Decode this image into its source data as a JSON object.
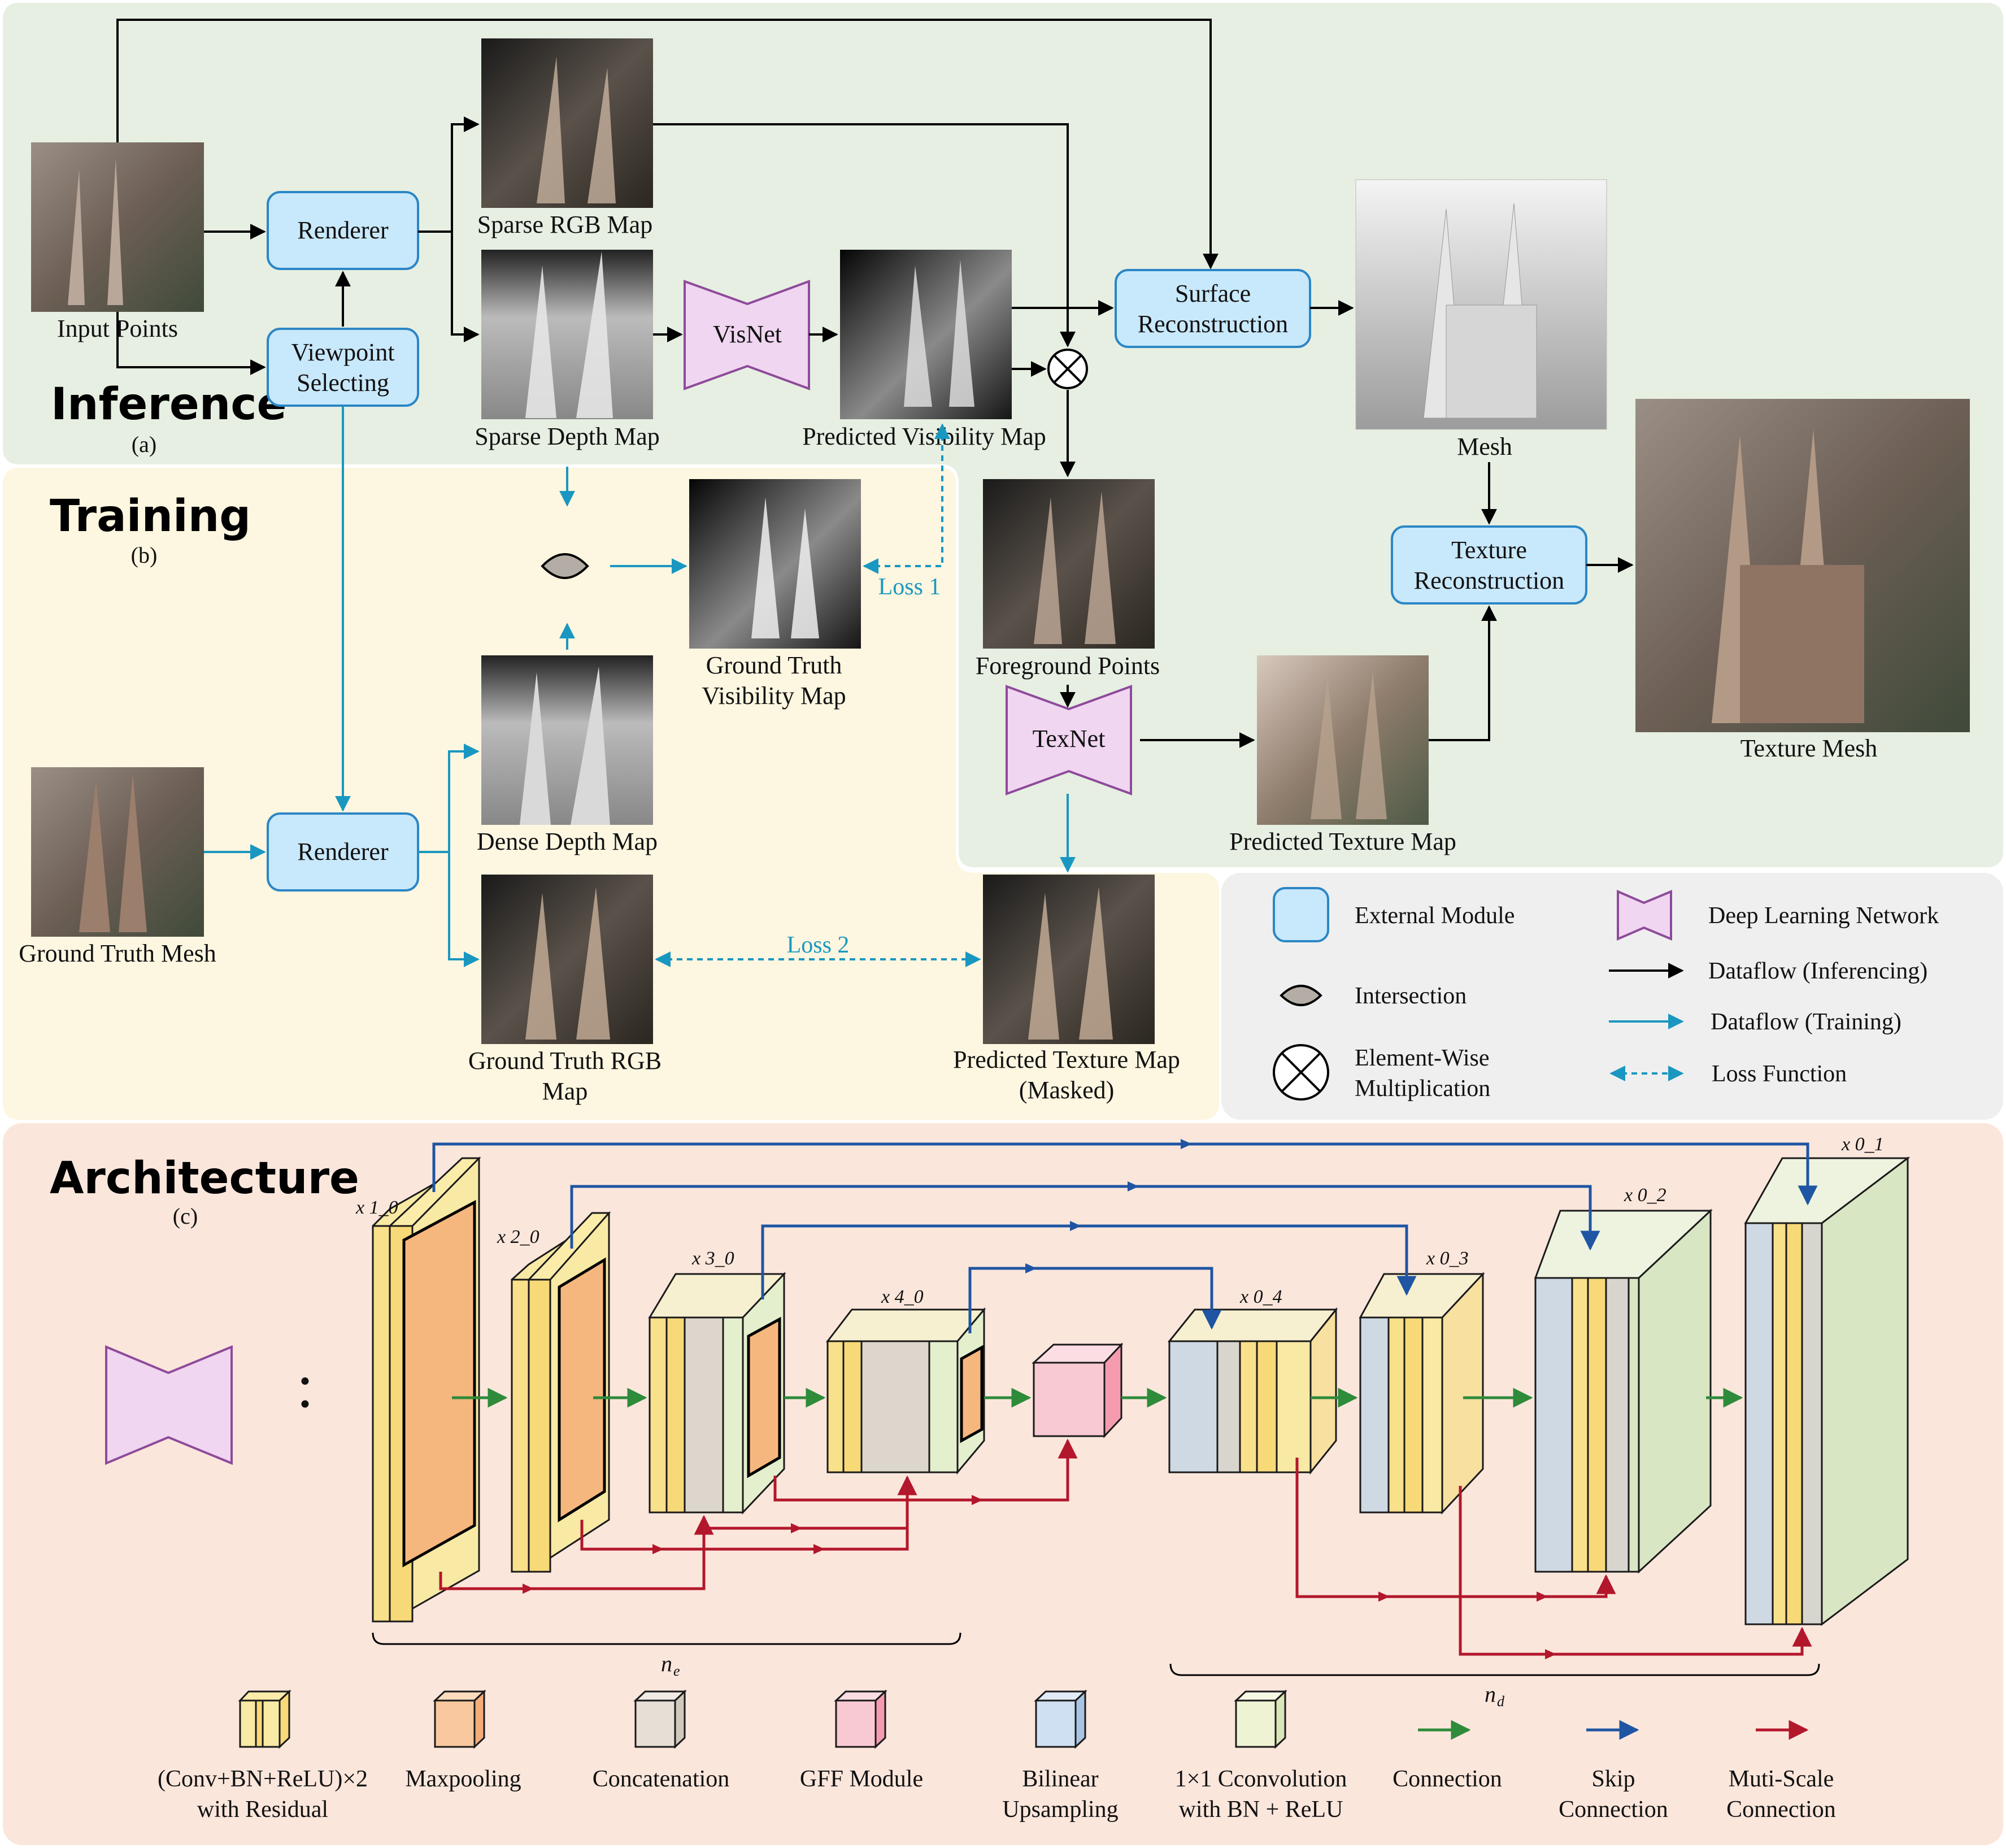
{
  "sections": {
    "inference": {
      "title": "Inference",
      "tag": "(a)"
    },
    "training": {
      "title": "Training",
      "tag": "(b)"
    },
    "architecture": {
      "title": "Architecture",
      "tag": "(c)"
    }
  },
  "colors": {
    "inference_bg": "#e6efe2",
    "training_bg": "#fdf6e0",
    "architecture_bg": "#fbe6dc",
    "legend_bg": "#efefef",
    "module_fill": "#c8e8fb",
    "module_stroke": "#2b86c5",
    "network_fill": "#f0d6f1",
    "network_stroke": "#8e4a9a",
    "training_arrow": "#1a97c0",
    "connection": "#2e8b3a",
    "skip": "#1f55a3",
    "multiscale": "#b3172b"
  },
  "modules": {
    "renderer_top": "Renderer",
    "viewpoint_line1": "Viewpoint",
    "viewpoint_line2": "Selecting",
    "surface_line1": "Surface",
    "surface_line2": "Reconstruction",
    "texture_line1": "Texture",
    "texture_line2": "Reconstruction",
    "renderer_bottom": "Renderer",
    "visnet": "VisNet",
    "texnet": "TexNet"
  },
  "images": {
    "input_points": "Input Points",
    "sparse_rgb": "Sparse RGB Map",
    "sparse_depth": "Sparse Depth Map",
    "pred_visibility": "Predicted Visibility Map",
    "mesh": "Mesh",
    "texture_mesh": "Texture Mesh",
    "gt_visibility_line1": "Ground Truth",
    "gt_visibility_line2": "Visibility Map",
    "foreground": "Foreground Points",
    "pred_texture": "Predicted Texture Map",
    "dense_depth": "Dense Depth Map",
    "gt_mesh": "Ground Truth Mesh",
    "gt_rgb_line1": "Ground Truth RGB",
    "gt_rgb_line2": "Map",
    "pred_texture_masked_line1": "Predicted Texture Map",
    "pred_texture_masked_line2": "(Masked)"
  },
  "losses": {
    "loss1": "Loss 1",
    "loss2": "Loss 2"
  },
  "legend": {
    "external_module": "External Module",
    "deep_learning": "Deep Learning Network",
    "intersection": "Intersection",
    "dataflow_inf": "Dataflow (Inferencing)",
    "dataflow_train": "Dataflow (Training)",
    "elementwise_line1": "Element-Wise",
    "elementwise_line2": "Multiplication",
    "loss_function": "Loss Function"
  },
  "arch": {
    "labels": {
      "x1_0": "x 1_0",
      "x2_0": "x 2_0",
      "x3_0": "x 3_0",
      "x4_0": "x 4_0",
      "x0_4": "x 0_4",
      "x0_3": "x 0_3",
      "x0_2": "x 0_2",
      "x0_1": "x 0_1"
    },
    "ne": "n",
    "ne_sub": "e",
    "nd": "n",
    "nd_sub": "d",
    "colon": ":"
  },
  "arch_legend": {
    "conv_line1": "(Conv+BN+ReLU)×2",
    "conv_line2": "with Residual",
    "maxpool": "Maxpooling",
    "concat": "Concatenation",
    "gff": "GFF Module",
    "bilinear_line1": "Bilinear",
    "bilinear_line2": "Upsampling",
    "conv1x1_line1": "1×1 Cconvolution",
    "conv1x1_line2": "with BN + ReLU",
    "connection": "Connection",
    "skip_line1": "Skip",
    "skip_line2": "Connection",
    "multiscale_line1": "Muti-Scale",
    "multiscale_line2": "Connection"
  }
}
